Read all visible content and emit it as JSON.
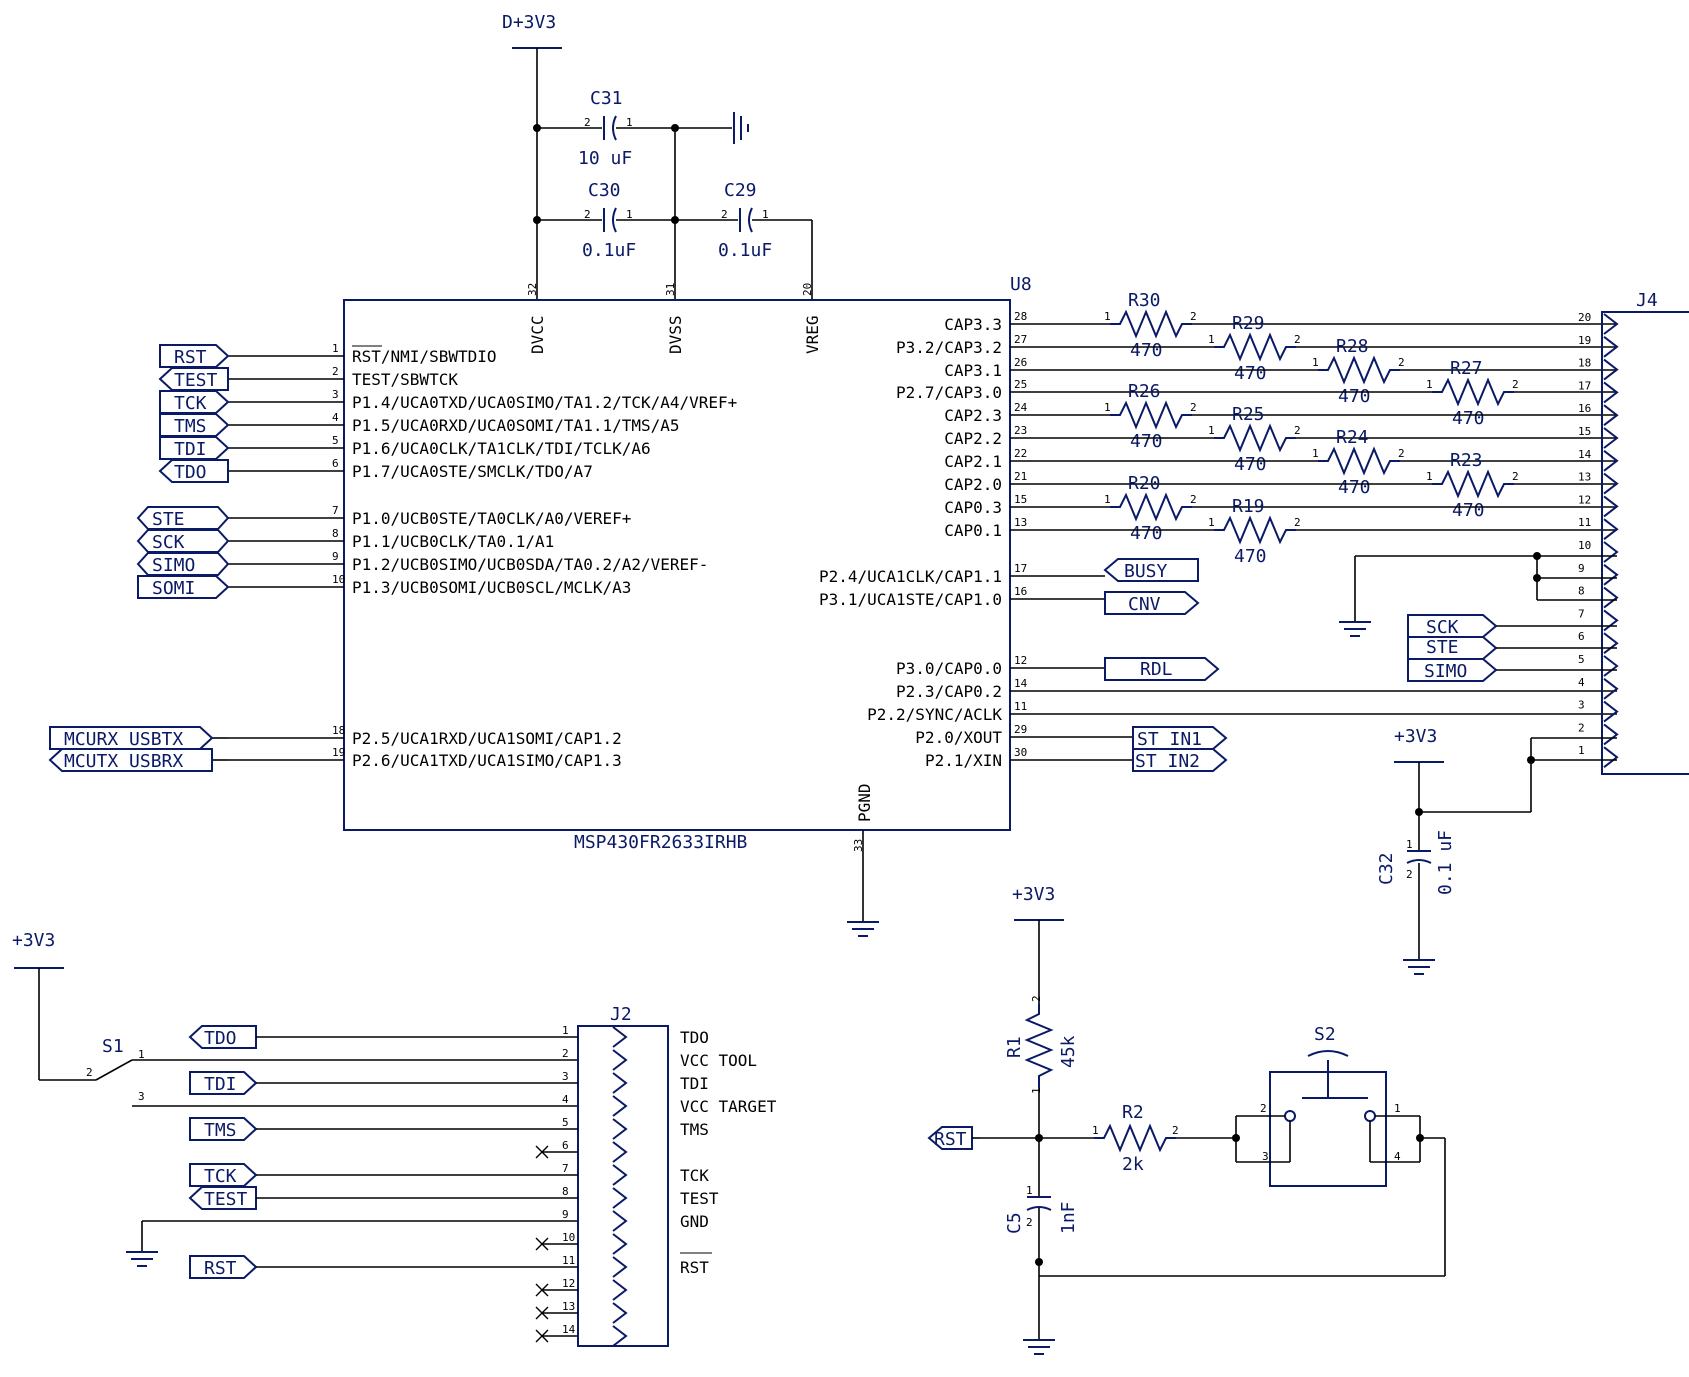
{
  "colors": {
    "wire": "#000000",
    "component": "#0b1a66",
    "background": "#ffffff"
  },
  "ic": {
    "ref": "U8",
    "part": "MSP430FR2633IRHB",
    "top_pins": [
      {
        "num": "32",
        "name": "DVCC"
      },
      {
        "num": "31",
        "name": "DVSS"
      },
      {
        "num": "20",
        "name": "VREG"
      }
    ],
    "bottom_pin": {
      "num": "33",
      "name": "PGND"
    },
    "left_pins": [
      {
        "num": "1",
        "name": "RST/NMI/SBWTDIO",
        "net": "RST"
      },
      {
        "num": "2",
        "name": "TEST/SBWTCK",
        "net": "TEST"
      },
      {
        "num": "3",
        "name": "P1.4/UCA0TXD/UCA0SIMO/TA1.2/TCK/A4/VREF+",
        "net": "TCK"
      },
      {
        "num": "4",
        "name": "P1.5/UCA0RXD/UCA0SOMI/TA1.1/TMS/A5",
        "net": "TMS"
      },
      {
        "num": "5",
        "name": "P1.6/UCA0CLK/TA1CLK/TDI/TCLK/A6",
        "net": "TDI"
      },
      {
        "num": "6",
        "name": "P1.7/UCA0STE/SMCLK/TDO/A7",
        "net": "TDO"
      },
      {
        "num": "7",
        "name": "P1.0/UCB0STE/TA0CLK/A0/VEREF+",
        "net": "STE"
      },
      {
        "num": "8",
        "name": "P1.1/UCB0CLK/TA0.1/A1",
        "net": "SCK"
      },
      {
        "num": "9",
        "name": "P1.2/UCB0SIMO/UCB0SDA/TA0.2/A2/VEREF-",
        "net": "SIMO"
      },
      {
        "num": "10",
        "name": "P1.3/UCB0SOMI/UCB0SCL/MCLK/A3",
        "net": "SOMI"
      },
      {
        "num": "18",
        "name": "P2.5/UCA1RXD/UCA1SOMI/CAP1.2",
        "net": "MCURX USBTX"
      },
      {
        "num": "19",
        "name": "P2.6/UCA1TXD/UCA1SIMO/CAP1.3",
        "net": "MCUTX USBRX"
      }
    ],
    "right_pins": [
      {
        "num": "28",
        "name": "CAP3.3"
      },
      {
        "num": "27",
        "name": "P3.2/CAP3.2"
      },
      {
        "num": "26",
        "name": "CAP3.1"
      },
      {
        "num": "25",
        "name": "P2.7/CAP3.0"
      },
      {
        "num": "24",
        "name": "CAP2.3"
      },
      {
        "num": "23",
        "name": "CAP2.2"
      },
      {
        "num": "22",
        "name": "CAP2.1"
      },
      {
        "num": "21",
        "name": "CAP2.0"
      },
      {
        "num": "15",
        "name": "CAP0.3"
      },
      {
        "num": "13",
        "name": "CAP0.1"
      },
      {
        "num": "17",
        "name": "P2.4/UCA1CLK/CAP1.1",
        "net": "BUSY"
      },
      {
        "num": "16",
        "name": "P3.1/UCA1STE/CAP1.0",
        "net": "CNV"
      },
      {
        "num": "12",
        "name": "P3.0/CAP0.0",
        "net": "RDL"
      },
      {
        "num": "14",
        "name": "P2.3/CAP0.2"
      },
      {
        "num": "11",
        "name": "P2.2/SYNC/ACLK"
      },
      {
        "num": "29",
        "name": "P2.0/XOUT",
        "net": "ST IN1"
      },
      {
        "num": "30",
        "name": "P2.1/XIN",
        "net": "ST IN2"
      }
    ]
  },
  "power": {
    "d3v3": "D+3V3",
    "p3v3": "+3V3"
  },
  "caps": [
    {
      "ref": "C31",
      "value": "10 uF"
    },
    {
      "ref": "C30",
      "value": "0.1uF"
    },
    {
      "ref": "C29",
      "value": "0.1uF"
    },
    {
      "ref": "C32",
      "value": "0.1 uF"
    },
    {
      "ref": "C5",
      "value": "1nF"
    }
  ],
  "resistors": [
    {
      "ref": "R30",
      "value": "470"
    },
    {
      "ref": "R29",
      "value": "470"
    },
    {
      "ref": "R28",
      "value": "470"
    },
    {
      "ref": "R27",
      "value": "470"
    },
    {
      "ref": "R26",
      "value": "470"
    },
    {
      "ref": "R25",
      "value": "470"
    },
    {
      "ref": "R24",
      "value": "470"
    },
    {
      "ref": "R23",
      "value": "470"
    },
    {
      "ref": "R20",
      "value": "470"
    },
    {
      "ref": "R19",
      "value": "470"
    },
    {
      "ref": "R1",
      "value": "45k"
    },
    {
      "ref": "R2",
      "value": "2k"
    }
  ],
  "j4": {
    "ref": "J4",
    "pins": [
      "20",
      "19",
      "18",
      "17",
      "16",
      "15",
      "14",
      "13",
      "12",
      "11",
      "10",
      "9",
      "8",
      "7",
      "6",
      "5",
      "4",
      "3",
      "2",
      "1"
    ],
    "nets": {
      "sck": "SCK",
      "ste": "STE",
      "simo": "SIMO"
    }
  },
  "j2": {
    "ref": "J2",
    "pins": [
      "1",
      "2",
      "3",
      "4",
      "5",
      "6",
      "7",
      "8",
      "9",
      "10",
      "11",
      "12",
      "13",
      "14"
    ],
    "signals": [
      "TDO",
      "VCC TOOL",
      "TDI",
      "VCC TARGET",
      "TMS",
      "",
      "TCK",
      "TEST",
      "GND",
      "",
      "RST",
      "",
      "",
      ""
    ],
    "nets": {
      "tdo": "TDO",
      "tdi": "TDI",
      "tms": "TMS",
      "tck": "TCK",
      "test": "TEST",
      "rst": "RST"
    }
  },
  "s1": {
    "ref": "S1",
    "pins": [
      "1",
      "2",
      "3"
    ]
  },
  "s2": {
    "ref": "S2",
    "pins": [
      "1",
      "2",
      "3",
      "4"
    ]
  },
  "reset_net": "RST",
  "misc_pins": {
    "one": "1",
    "two": "2"
  }
}
